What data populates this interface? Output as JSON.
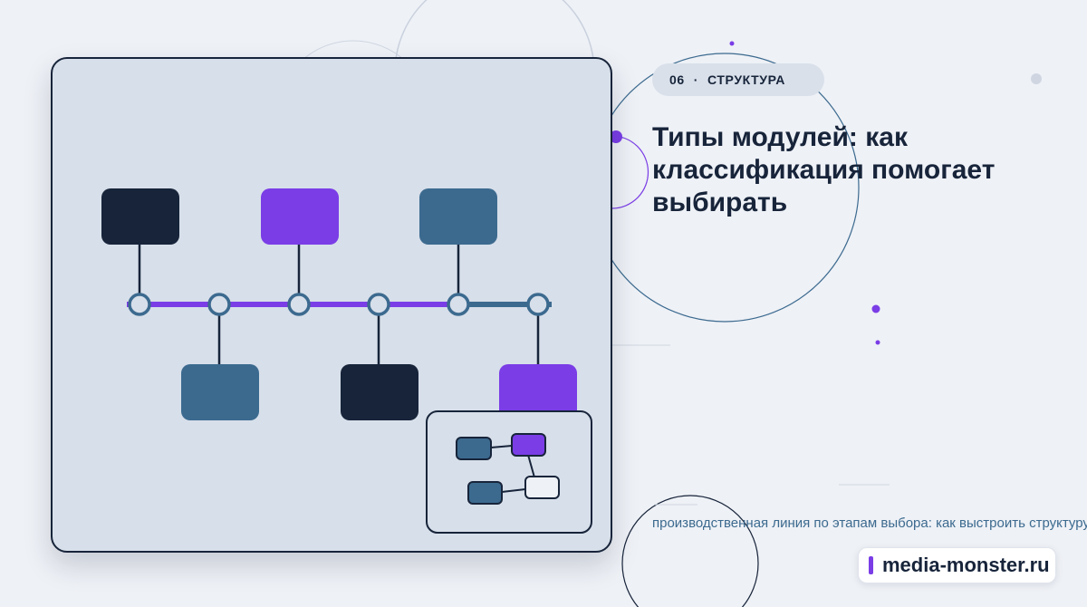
{
  "tag": {
    "number": "06",
    "separator": "·",
    "label": "СТРУКТУРА"
  },
  "headline": "Типы модулей: как классификация помогает выбирать",
  "caption": "производственная линия по этапам выбора: как выстроить структуру",
  "brand": {
    "name": "media-monster.ru"
  },
  "colors": {
    "background": "#eef1f6",
    "navy": "#17243a",
    "purple": "#7a3de6",
    "steel_blue": "#3c6a8f",
    "panel": "#d7dfea"
  }
}
